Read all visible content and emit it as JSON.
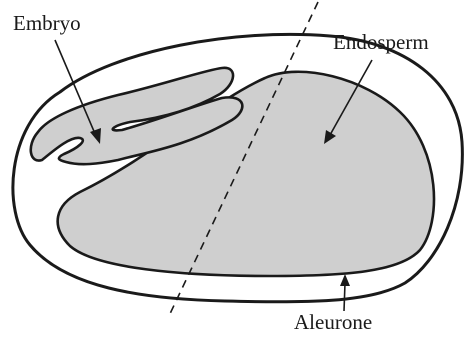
{
  "labels": {
    "embryo": "Embryo",
    "endosperm": "Endosperm",
    "aleurone": "Aleurone"
  },
  "colors": {
    "tissue_fill": "#cfcfcf",
    "line": "#1a1a1a",
    "background": "#ffffff"
  }
}
